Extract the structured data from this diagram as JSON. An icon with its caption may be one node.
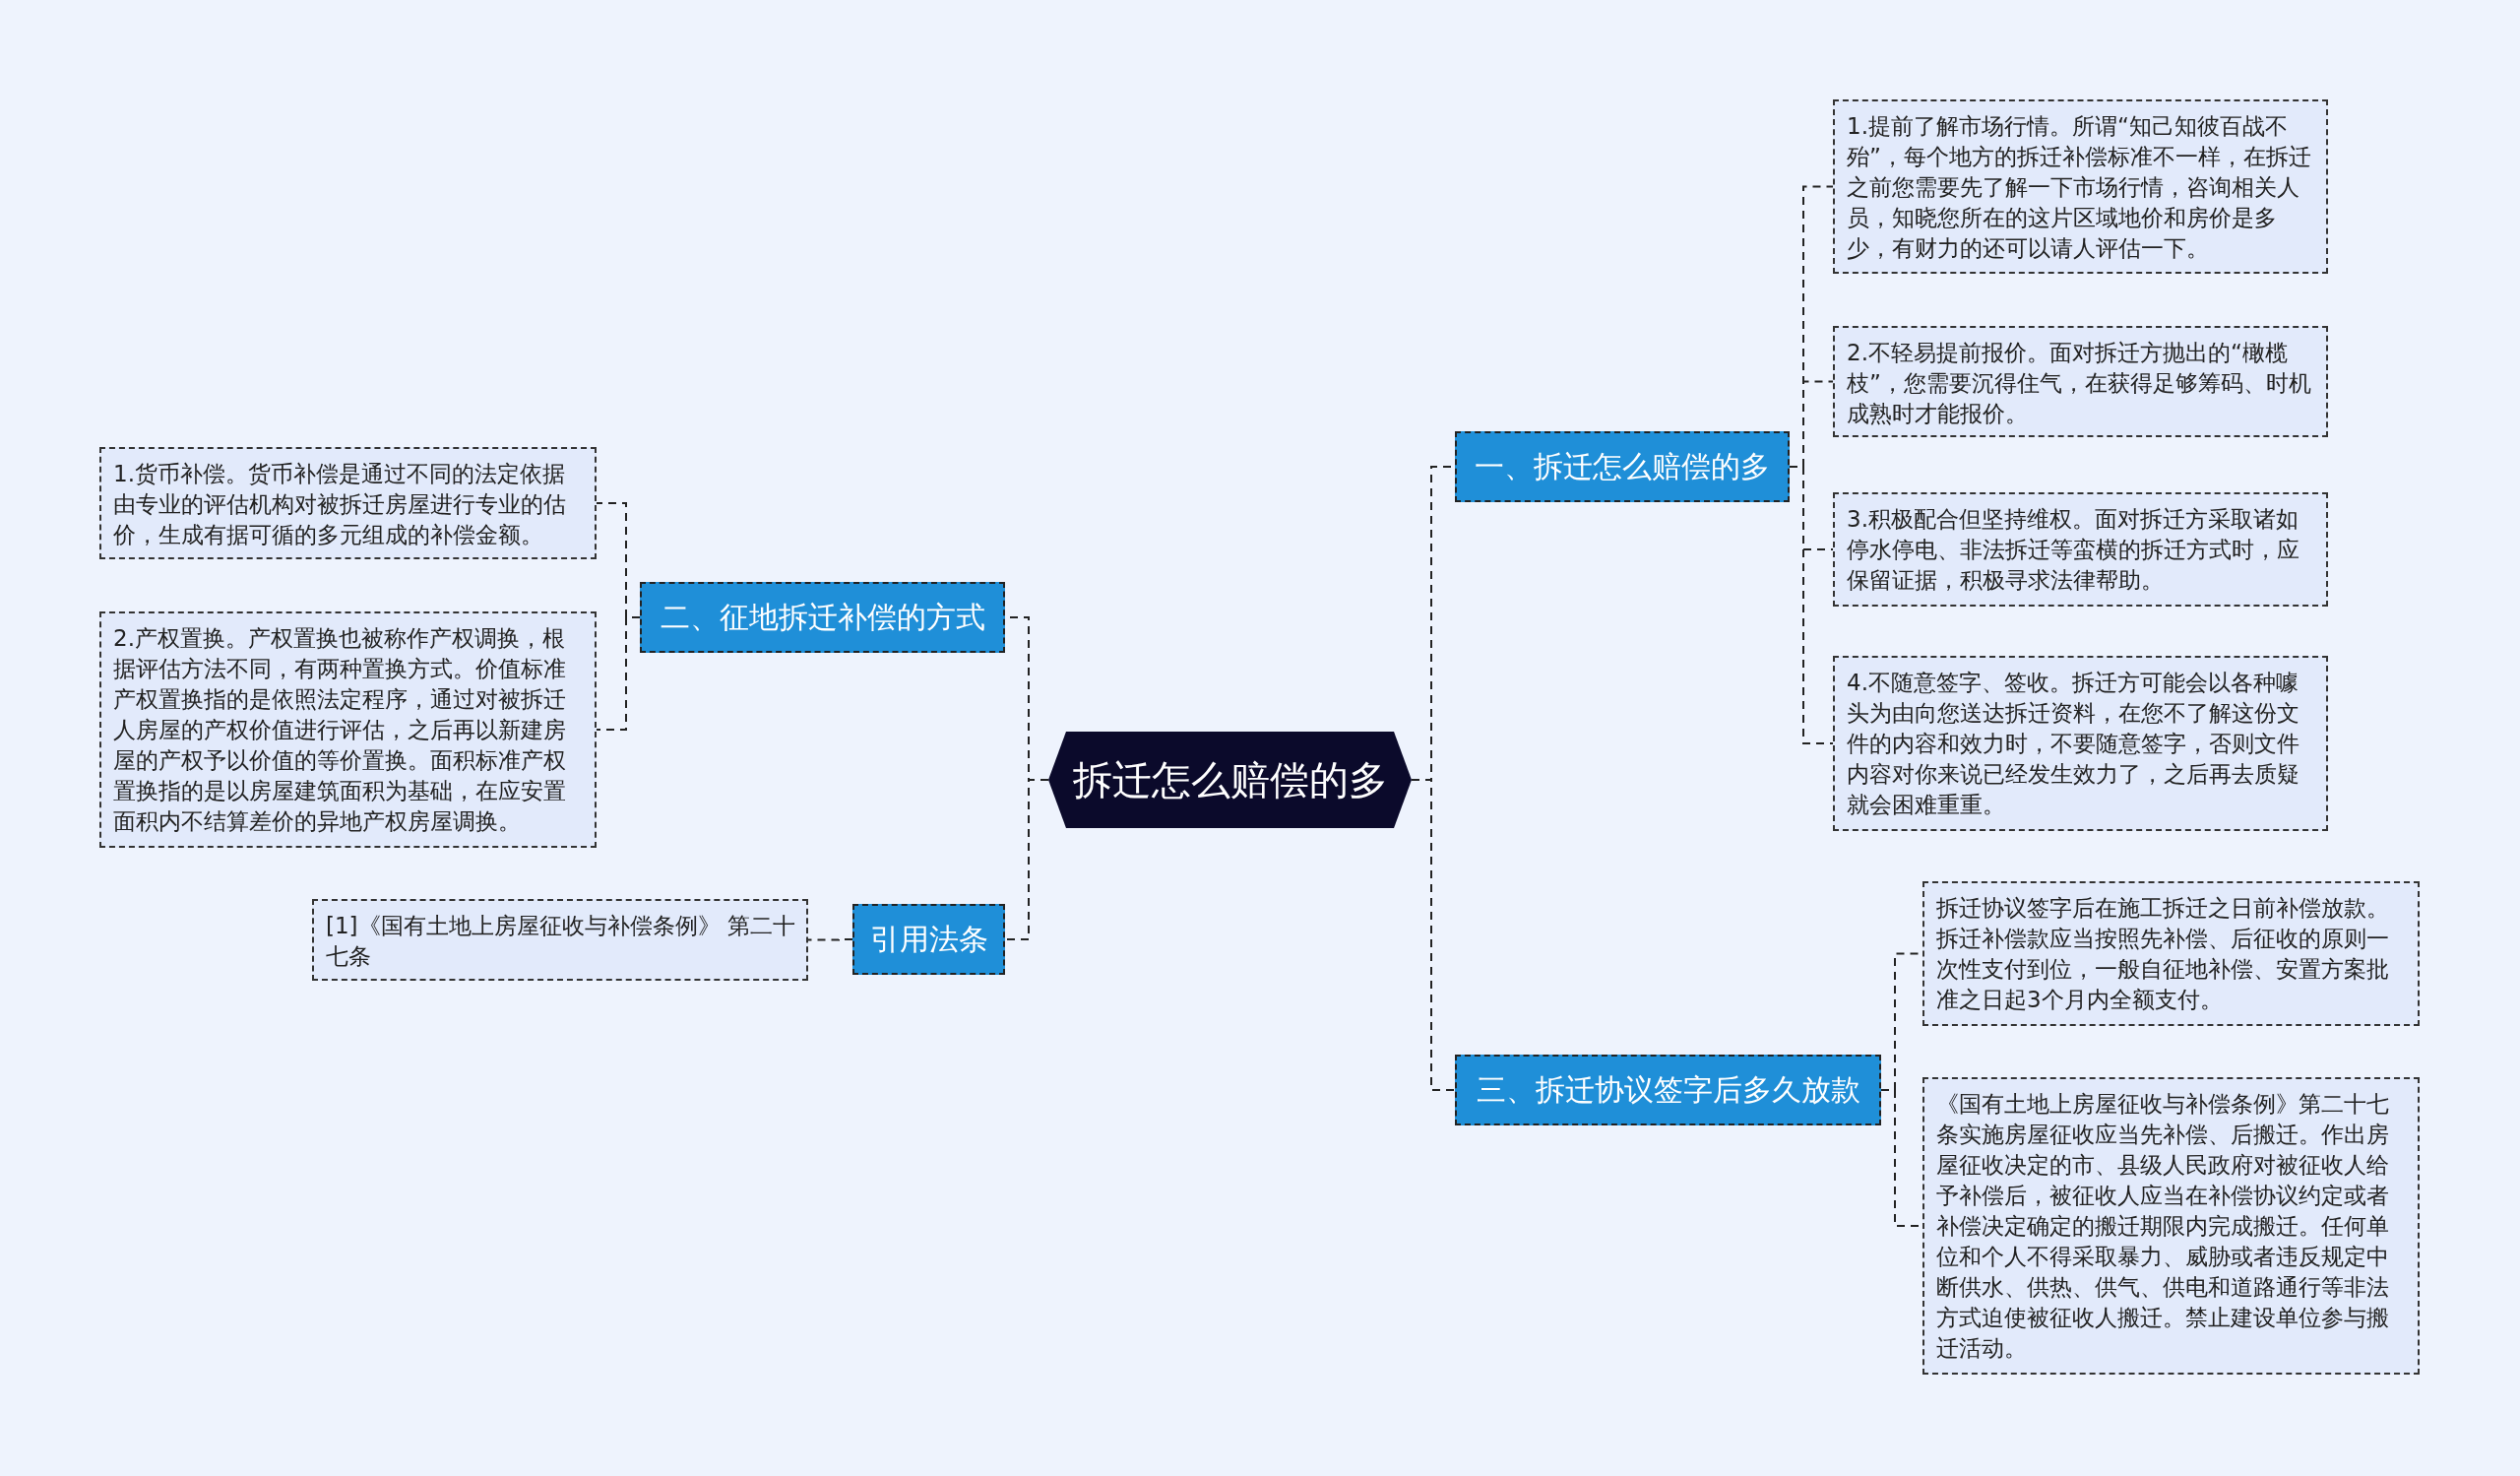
{
  "diagram": {
    "nodes": [
      {
        "text": [
          "拆迁怎么赔偿的多"
        ]
      },
      {
        "text": [
          "一、拆迁怎么赔偿的多"
        ]
      },
      {
        "text": [
          "1.提前了解市场行情。所谓“知己知彼百战不殆”，每个地方的拆迁补偿标准不一样，在拆迁之前您需要先了解一下市场行情，咨询相关人员，知晓您所在的这片区域地价和房价是多少，有财力的还可以请人评估一下。"
        ]
      },
      {
        "text": [
          "2.不轻易提前报价。面对拆迁方抛出的“橄榄枝”，您需要沉得住气，在获得足够筹码、时机成熟时才能报价。"
        ]
      },
      {
        "text": [
          "3.积极配合但坚持维权。面对拆迁方采取诸如停水停电、非法拆迁等蛮横的拆迁方式时，应保留证据，积极寻求法律帮助。"
        ]
      },
      {
        "text": [
          "4.不随意签字、签收。拆迁方可能会以各种噱头为由向您送达拆迁资料，在您不了解这份文件的内容和效力时，不要随意签字，否则文件内容对你来说已经发生效力了，之后再去质疑就会困难重重。"
        ]
      },
      {
        "text": [
          "二、征地拆迁补偿的方式"
        ]
      },
      {
        "text": [
          "1.货币补偿。货币补偿是通过不同的法定依据由专业的评估机构对被拆迁房屋进行专业的估价，生成有据可循的多元组成的补偿金额。"
        ]
      },
      {
        "text": [
          "2.产权置换。产权置换也被称作产权调换，根据评估方法不同，有两种置换方式。价值标准产权置换指的是依照法定程序，通过对被拆迁人房屋的产权价值进行评估，之后再以新建房屋的产权予以价值的等价置换。面积标准产权置换指的是以房屋建筑面积为基础，在应安置面积内不结算差价的异地产权房屋调换。"
        ]
      },
      {
        "text": [
          "引用法条"
        ]
      },
      {
        "text": [
          "[1]《国有土地上房屋征收与补偿条例》 第二十七条"
        ]
      },
      {
        "text": [
          "三、拆迁协议签字后多久放款"
        ]
      },
      {
        "text": [
          "拆迁协议签字后在施工拆迁之日前补偿放款。拆迁补偿款应当按照先补偿、后征收的原则一次性支付到位，一般自征地补偿、安置方案批准之日起3个月内全额支付。"
        ]
      },
      {
        "text": [
          "《国有土地上房屋征收与补偿条例》第二十七条实施房屋征收应当先补偿、后搬迁。作出房屋征收决定的市、县级人民政府对被征收人给予补偿后，被征收人应当在补偿协议约定或者补偿决定确定的搬迁期限内完成搬迁。任何单位和个人不得采取暴力、威胁或者违反规定中断供水、供热、供气、供电和道路通行等非法方式迫使被征收人搬迁。禁止建设单位参与搬迁活动。"
        ]
      }
    ],
    "edges": [
      {
        "from": 0,
        "to": 1,
        "arrow": "none"
      },
      {
        "from": 1,
        "to": 2,
        "arrow": "none"
      },
      {
        "from": 1,
        "to": 3,
        "arrow": "none"
      },
      {
        "from": 1,
        "to": 4,
        "arrow": "none"
      },
      {
        "from": 1,
        "to": 5,
        "arrow": "none"
      },
      {
        "from": 0,
        "to": 6,
        "arrow": "none"
      },
      {
        "from": 6,
        "to": 7,
        "arrow": "none"
      },
      {
        "from": 6,
        "to": 8,
        "arrow": "none"
      },
      {
        "from": 0,
        "to": 9,
        "arrow": "none"
      },
      {
        "from": 9,
        "to": 10,
        "arrow": "none"
      },
      {
        "from": 0,
        "to": 11,
        "arrow": "none"
      },
      {
        "from": 11,
        "to": 12,
        "arrow": "none"
      },
      {
        "from": 11,
        "to": 13,
        "arrow": "none"
      }
    ]
  }
}
